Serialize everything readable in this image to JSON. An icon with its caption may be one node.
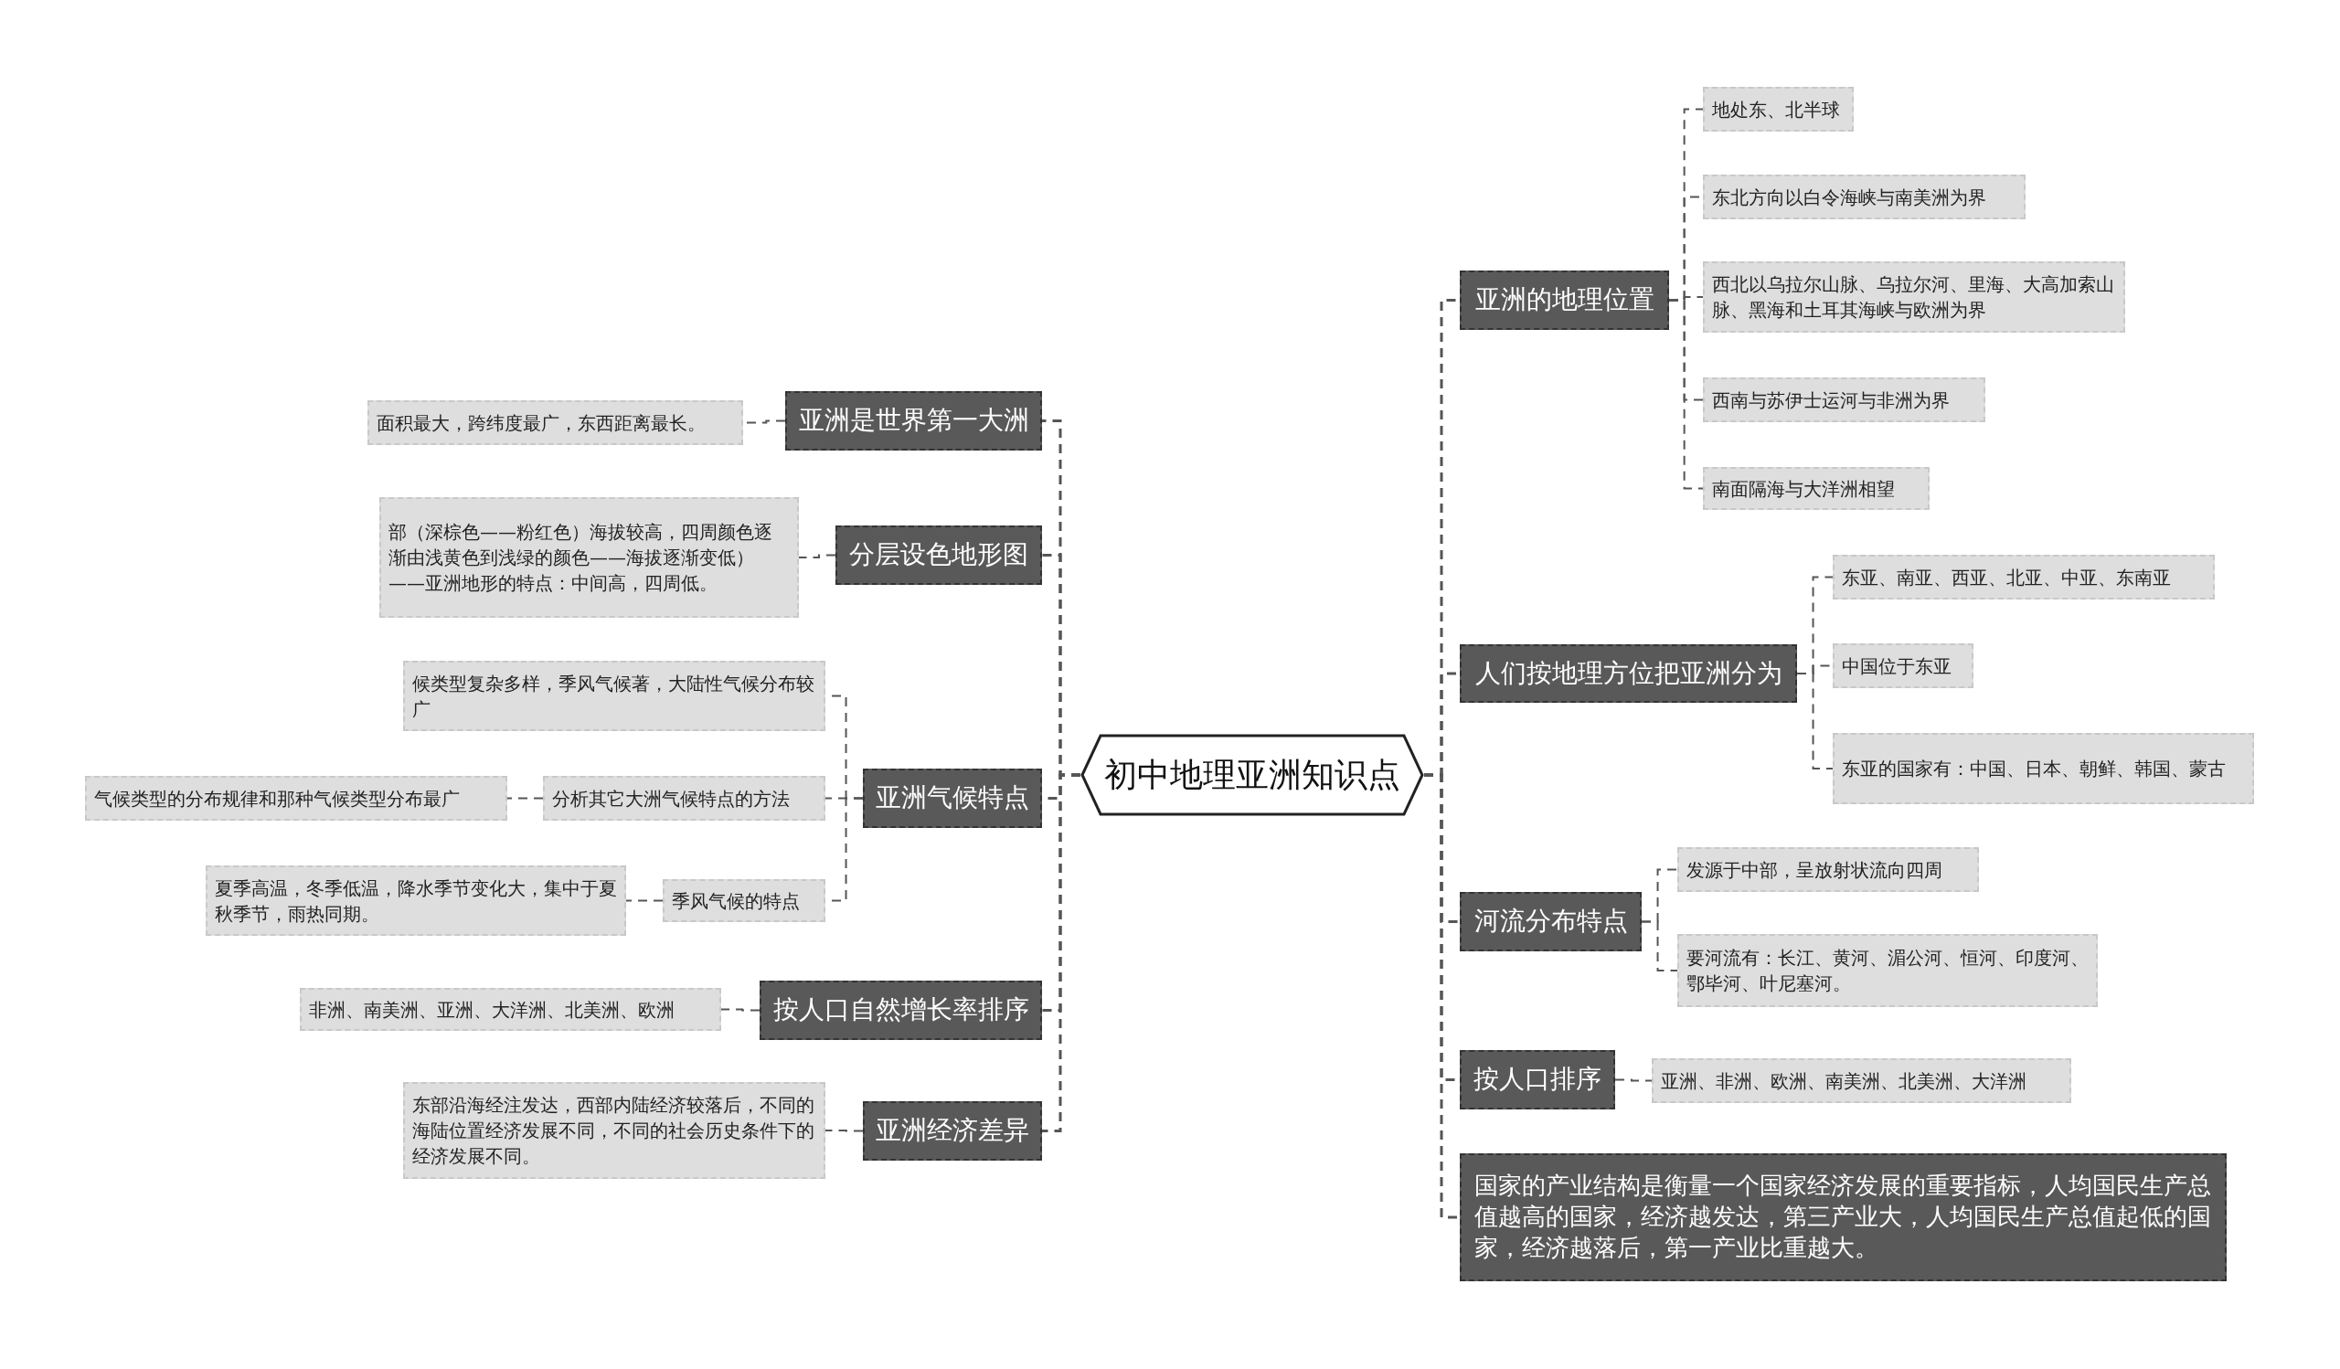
{
  "diagram": {
    "nodes": [
      {
        "text": [
          "初中地理亚洲知识点"
        ]
      },
      {
        "text": [
          "亚洲是世界第一大洲"
        ]
      },
      {
        "text": [
          "面积最大，跨纬度最广，东西距离最长。"
        ]
      },
      {
        "text": [
          "分层设色地形图"
        ]
      },
      {
        "text": [
          "部（深棕色——粉红色）海拔较高，四周颜色逐渐由浅黄色到浅绿的颜色——海拔逐渐变低）——亚洲地形的特点：中间高，四周低。"
        ]
      },
      {
        "text": [
          "亚洲气候特点"
        ]
      },
      {
        "text": [
          "候类型复杂多样，季风气候著，大陆性气候分布较广"
        ]
      },
      {
        "text": [
          "分析其它大洲气候特点的方法"
        ]
      },
      {
        "text": [
          "气候类型的分布规律和那种气候类型分布最广"
        ]
      },
      {
        "text": [
          "季风气候的特点"
        ]
      },
      {
        "text": [
          "夏季高温，冬季低温，降水季节变化大，集中于夏秋季节，雨热同期。"
        ]
      },
      {
        "text": [
          "按人口自然增长率排序"
        ]
      },
      {
        "text": [
          "非洲、南美洲、亚洲、大洋洲、北美洲、欧洲"
        ]
      },
      {
        "text": [
          "亚洲经济差异"
        ]
      },
      {
        "text": [
          "东部沿海经注发达，西部内陆经济较落后，不同的海陆位置经济发展不同，不同的社会历史条件下的经济发展不同。"
        ]
      },
      {
        "text": [
          "亚洲的地理位置"
        ]
      },
      {
        "text": [
          "地处东、北半球"
        ]
      },
      {
        "text": [
          "东北方向以白令海峡与南美洲为界"
        ]
      },
      {
        "text": [
          "西北以乌拉尔山脉、乌拉尔河、里海、大高加索山脉、黑海和土耳其海峡与欧洲为界"
        ]
      },
      {
        "text": [
          "西南与苏伊士运河与非洲为界"
        ]
      },
      {
        "text": [
          "南面隔海与大洋洲相望"
        ]
      },
      {
        "text": [
          "人们按地理方位把亚洲分为"
        ]
      },
      {
        "text": [
          "东亚、南亚、西亚、北亚、中亚、东南亚"
        ]
      },
      {
        "text": [
          "中国位于东亚"
        ]
      },
      {
        "text": [
          "东亚的国家有：中国、日本、朝鲜、韩国、蒙古"
        ]
      },
      {
        "text": [
          "河流分布特点"
        ]
      },
      {
        "text": [
          "发源于中部，呈放射状流向四周"
        ]
      },
      {
        "text": [
          "要河流有：长江、黄河、湄公河、恒河、印度河、鄂毕河、叶尼塞河。"
        ]
      },
      {
        "text": [
          "按人口排序"
        ]
      },
      {
        "text": [
          "亚洲、非洲、欧洲、南美洲、北美洲、大洋洲"
        ]
      },
      {
        "text": [
          "国家的产业结构是衡量一个国家经济发展的重要指标，人均国民生产总值越高的国家，经济越发达，第三产业大，人均国民生产总值起低的国家，经济越落后，第一产业比重越大。"
        ]
      }
    ],
    "edges": [
      {
        "from": 0,
        "to": 1,
        "arrow": "none",
        "style": "dashed"
      },
      {
        "from": 0,
        "to": 3,
        "arrow": "none",
        "style": "dashed"
      },
      {
        "from": 0,
        "to": 5,
        "arrow": "none",
        "style": "dashed"
      },
      {
        "from": 0,
        "to": 11,
        "arrow": "none",
        "style": "dashed"
      },
      {
        "from": 0,
        "to": 13,
        "arrow": "none",
        "style": "dashed"
      },
      {
        "from": 0,
        "to": 15,
        "arrow": "none",
        "style": "dashed"
      },
      {
        "from": 0,
        "to": 21,
        "arrow": "none",
        "style": "dashed"
      },
      {
        "from": 0,
        "to": 25,
        "arrow": "none",
        "style": "dashed"
      },
      {
        "from": 0,
        "to": 28,
        "arrow": "none",
        "style": "dashed"
      },
      {
        "from": 0,
        "to": 30,
        "arrow": "none",
        "style": "dashed"
      },
      {
        "from": 1,
        "to": 2,
        "arrow": "none",
        "style": "dashed"
      },
      {
        "from": 3,
        "to": 4,
        "arrow": "none",
        "style": "dashed"
      },
      {
        "from": 5,
        "to": 6,
        "arrow": "none",
        "style": "dashed"
      },
      {
        "from": 5,
        "to": 7,
        "arrow": "none",
        "style": "dashed"
      },
      {
        "from": 5,
        "to": 9,
        "arrow": "none",
        "style": "dashed"
      },
      {
        "from": 7,
        "to": 8,
        "arrow": "none",
        "style": "dashed"
      },
      {
        "from": 9,
        "to": 10,
        "arrow": "none",
        "style": "dashed"
      },
      {
        "from": 11,
        "to": 12,
        "arrow": "none",
        "style": "dashed"
      },
      {
        "from": 13,
        "to": 14,
        "arrow": "none",
        "style": "dashed"
      },
      {
        "from": 15,
        "to": 16,
        "arrow": "none",
        "style": "dashed"
      },
      {
        "from": 15,
        "to": 17,
        "arrow": "none",
        "style": "dashed"
      },
      {
        "from": 15,
        "to": 18,
        "arrow": "none",
        "style": "dashed"
      },
      {
        "from": 15,
        "to": 19,
        "arrow": "none",
        "style": "dashed"
      },
      {
        "from": 15,
        "to": 20,
        "arrow": "none",
        "style": "dashed"
      },
      {
        "from": 21,
        "to": 22,
        "arrow": "none",
        "style": "dashed"
      },
      {
        "from": 21,
        "to": 23,
        "arrow": "none",
        "style": "dashed"
      },
      {
        "from": 21,
        "to": 24,
        "arrow": "none",
        "style": "dashed"
      },
      {
        "from": 25,
        "to": 26,
        "arrow": "none",
        "style": "dashed"
      },
      {
        "from": 25,
        "to": 27,
        "arrow": "none",
        "style": "dashed"
      },
      {
        "from": 28,
        "to": 29,
        "arrow": "none",
        "style": "dashed"
      }
    ]
  }
}
